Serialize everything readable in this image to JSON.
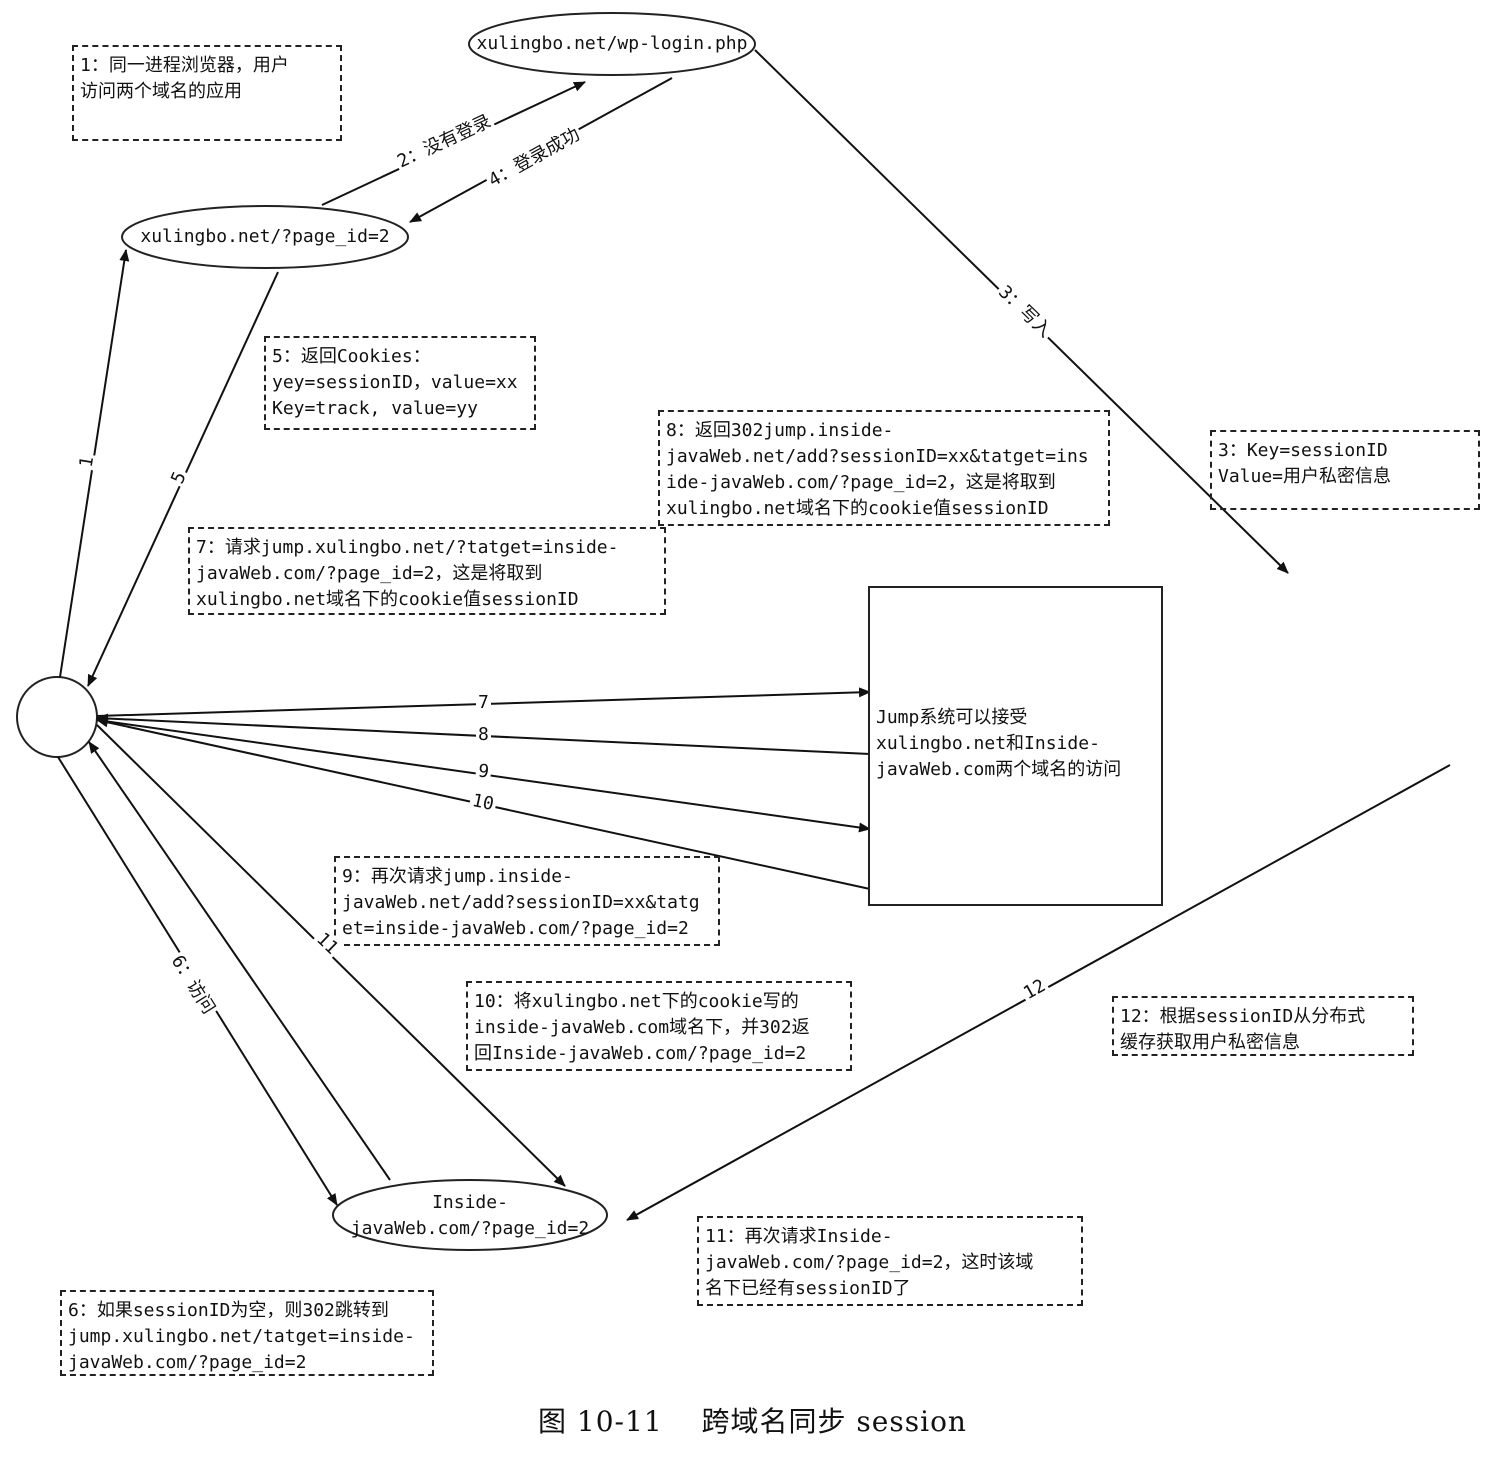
{
  "nodes": {
    "wp_login": "xulingbo.net/wp-login.php",
    "page_id": "xulingbo.net/?page_id=2",
    "inside_line1": "Inside-",
    "inside_line2": "javaWeb.com/?page_id=2",
    "jump_system": "Jump系统可以接受\nxulingbo.net和Inside-\njavaWeb.com两个域名的访问"
  },
  "notes": {
    "n1": "1：同一进程浏览器，用户\n访问两个域名的应用",
    "n3": "3：Key=sessionID\nValue=用户私密信息",
    "n5": "5：返回Cookies：\nyey=sessionID，value=xx\nKey=track, value=yy",
    "n6": "6：如果sessionID为空，则302跳转到\njump.xulingbo.net/tatget=inside-\njavaWeb.com/?page_id=2",
    "n7": "7：请求jump.xulingbo.net/?tatget=inside-\njavaWeb.com/?page_id=2，这是将取到\nxulingbo.net域名下的cookie值sessionID",
    "n8": "8：返回302jump.inside-\njavaWeb.net/add?sessionID=xx&tatget=ins\nide-javaWeb.com/?page_id=2，这是将取到\nxulingbo.net域名下的cookie值sessionID",
    "n9": "9：再次请求jump.inside-\njavaWeb.net/add?sessionID=xx&tatg\net=inside-javaWeb.com/?page_id=2",
    "n10": "10：将xulingbo.net下的cookie写的\ninside-javaWeb.com域名下，并302返\n回Inside-javaWeb.com/?page_id=2",
    "n11": "11：再次请求Inside-\njavaWeb.com/?page_id=2，这时该域\n名下已经有sessionID了",
    "n12": "12：根据sessionID从分布式\n缓存获取用户私密信息"
  },
  "edges": {
    "e1": "1",
    "e2": "2：没有登录",
    "e3": "3：写入",
    "e4": "4：登录成功",
    "e5": "5",
    "e6": "6：访问",
    "e7": "7",
    "e8": "8",
    "e9": "9",
    "e10": "10",
    "e11": "11",
    "e12": "12"
  },
  "caption": "图 10-11　 跨域名同步 session"
}
